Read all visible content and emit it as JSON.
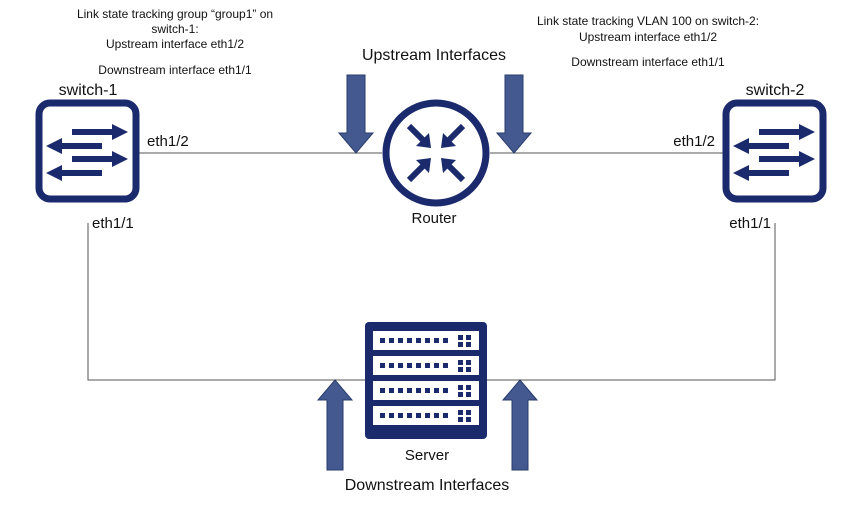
{
  "note_switch1": {
    "line1": "Link state tracking group “group1” on",
    "line2": "switch-1:",
    "line3": "Upstream interface eth1/2",
    "line4": "Downstream interface eth1/1"
  },
  "note_switch2": {
    "line1": "Link state tracking VLAN 100 on switch-2:",
    "line2": "Upstream interface eth1/2",
    "line3": "Downstream interface eth1/1"
  },
  "switch1": {
    "name": "switch-1",
    "port_up": "eth1/2",
    "port_down": "eth1/1"
  },
  "switch2": {
    "name": "switch-2",
    "port_up": "eth1/2",
    "port_down": "eth1/1"
  },
  "router": {
    "name": "Router"
  },
  "server": {
    "name": "Server"
  },
  "upstream_label": "Upstream Interfaces",
  "downstream_label": "Downstream Interfaces",
  "colors": {
    "device": "#1a2a6c",
    "arrow_fill": "#44598f",
    "arrow_stroke": "#2a3b6e",
    "link": "#555555"
  }
}
